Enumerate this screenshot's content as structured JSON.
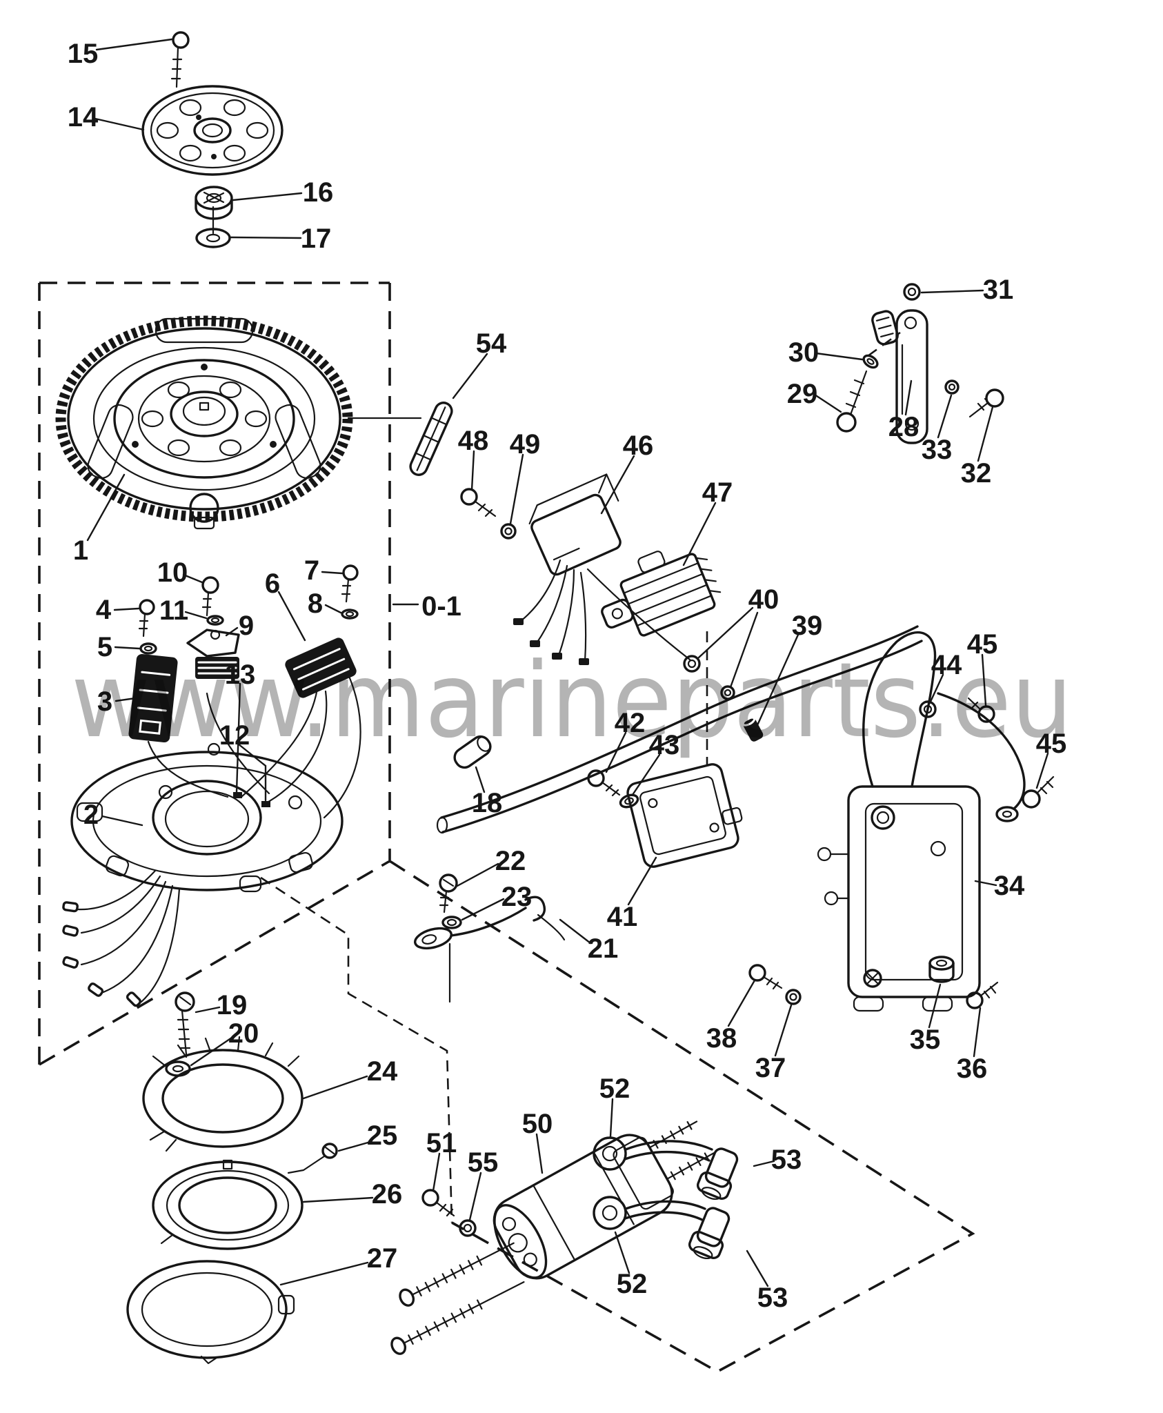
{
  "document": {
    "type": "exploded-parts-diagram",
    "subject": "outboard ignition / flywheel assembly"
  },
  "colors": {
    "ink": "#161616",
    "watermark": "#aeaeae",
    "background": "#ffffff"
  },
  "watermark": {
    "text": "www.marineparts.eu"
  },
  "assembly_ref": {
    "label": "0-1"
  },
  "callouts": {
    "c1": {
      "label": "1"
    },
    "c2": {
      "label": "2"
    },
    "c3": {
      "label": "3"
    },
    "c4": {
      "label": "4"
    },
    "c5": {
      "label": "5"
    },
    "c6": {
      "label": "6"
    },
    "c7": {
      "label": "7"
    },
    "c8": {
      "label": "8"
    },
    "c9": {
      "label": "9"
    },
    "c10": {
      "label": "10"
    },
    "c11": {
      "label": "11"
    },
    "c12": {
      "label": "12"
    },
    "c13": {
      "label": "13"
    },
    "c14": {
      "label": "14"
    },
    "c15": {
      "label": "15"
    },
    "c16": {
      "label": "16"
    },
    "c17": {
      "label": "17"
    },
    "c18": {
      "label": "18"
    },
    "c19": {
      "label": "19"
    },
    "c20": {
      "label": "20"
    },
    "c21": {
      "label": "21"
    },
    "c22": {
      "label": "22"
    },
    "c23": {
      "label": "23"
    },
    "c24": {
      "label": "24"
    },
    "c25": {
      "label": "25"
    },
    "c26": {
      "label": "26"
    },
    "c27": {
      "label": "27"
    },
    "c28": {
      "label": "28"
    },
    "c29": {
      "label": "29"
    },
    "c30": {
      "label": "30"
    },
    "c31": {
      "label": "31"
    },
    "c32": {
      "label": "32"
    },
    "c33": {
      "label": "33"
    },
    "c34": {
      "label": "34"
    },
    "c35": {
      "label": "35"
    },
    "c36": {
      "label": "36"
    },
    "c37": {
      "label": "37"
    },
    "c38": {
      "label": "38"
    },
    "c39": {
      "label": "39"
    },
    "c40": {
      "label": "40"
    },
    "c41": {
      "label": "41"
    },
    "c42": {
      "label": "42"
    },
    "c43": {
      "label": "43"
    },
    "c44": {
      "label": "44"
    },
    "c45a": {
      "label": "45"
    },
    "c45b": {
      "label": "45"
    },
    "c46": {
      "label": "46"
    },
    "c47": {
      "label": "47"
    },
    "c48": {
      "label": "48"
    },
    "c49": {
      "label": "49"
    },
    "c50": {
      "label": "50"
    },
    "c51": {
      "label": "51"
    },
    "c52a": {
      "label": "52"
    },
    "c52b": {
      "label": "52"
    },
    "c53a": {
      "label": "53"
    },
    "c53b": {
      "label": "53"
    },
    "c54": {
      "label": "54"
    },
    "c55": {
      "label": "55"
    }
  }
}
